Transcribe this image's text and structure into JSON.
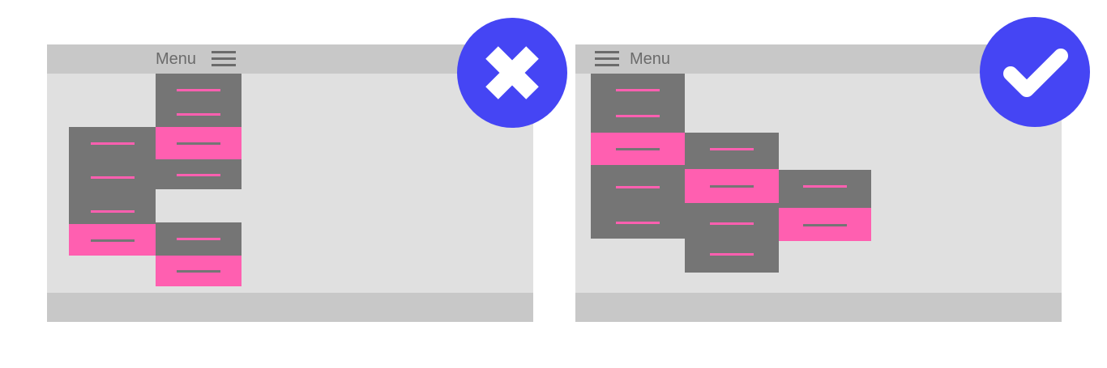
{
  "left_example": {
    "header": {
      "menu_label": "Menu",
      "menu_icon": "hamburger-icon"
    },
    "verdict": {
      "icon": "cross-icon",
      "meaning": "incorrect"
    }
  },
  "right_example": {
    "header": {
      "menu_label": "Menu",
      "menu_icon": "hamburger-icon"
    },
    "verdict": {
      "icon": "check-icon",
      "meaning": "correct"
    }
  },
  "colors": {
    "frame": "#e0e0e0",
    "bar": "#c8c8c8",
    "menu_item": "#757575",
    "highlight": "#ff5fb0",
    "badge": "#4545f4"
  }
}
